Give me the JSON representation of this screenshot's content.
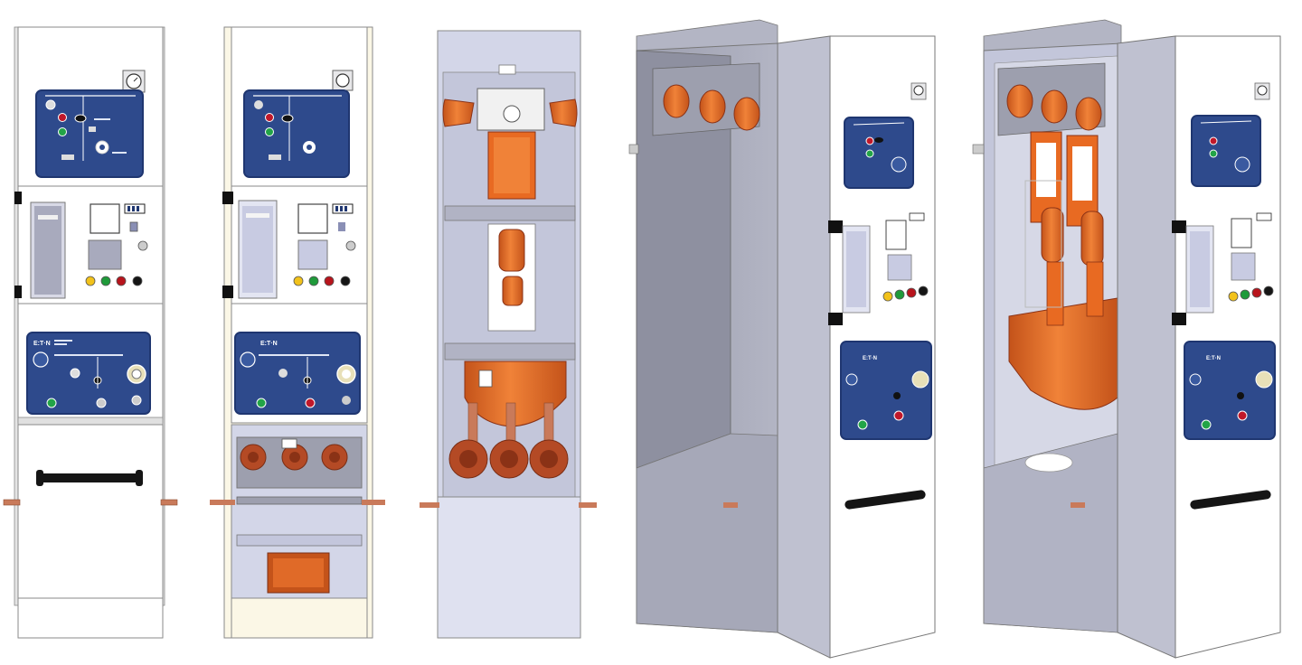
{
  "brand": {
    "logo_text": "E:T·N"
  },
  "colors": {
    "panel_white": "#ffffff",
    "panel_cream": "#fbf7e6",
    "steel": "#a9abb9",
    "steel_dark": "#8e90a0",
    "steel_light": "#d3d6e8",
    "navy": "#2e4a8c",
    "navy_border": "#1f3670",
    "orange": "#e86a22",
    "orange_dark": "#c4531a",
    "copper": "#c97a5a",
    "outline": "#8a8a8a",
    "lamp_yellow": "#f2c21b",
    "lamp_green": "#1f9a3a",
    "lamp_red": "#b8141c",
    "lamp_black": "#151515"
  },
  "views": [
    {
      "name": "front-view-closed"
    },
    {
      "name": "front-view-open-cable-compartment"
    },
    {
      "name": "front-view-internal-breaker"
    },
    {
      "name": "isometric-view-closed"
    },
    {
      "name": "isometric-view-cutaway"
    }
  ]
}
